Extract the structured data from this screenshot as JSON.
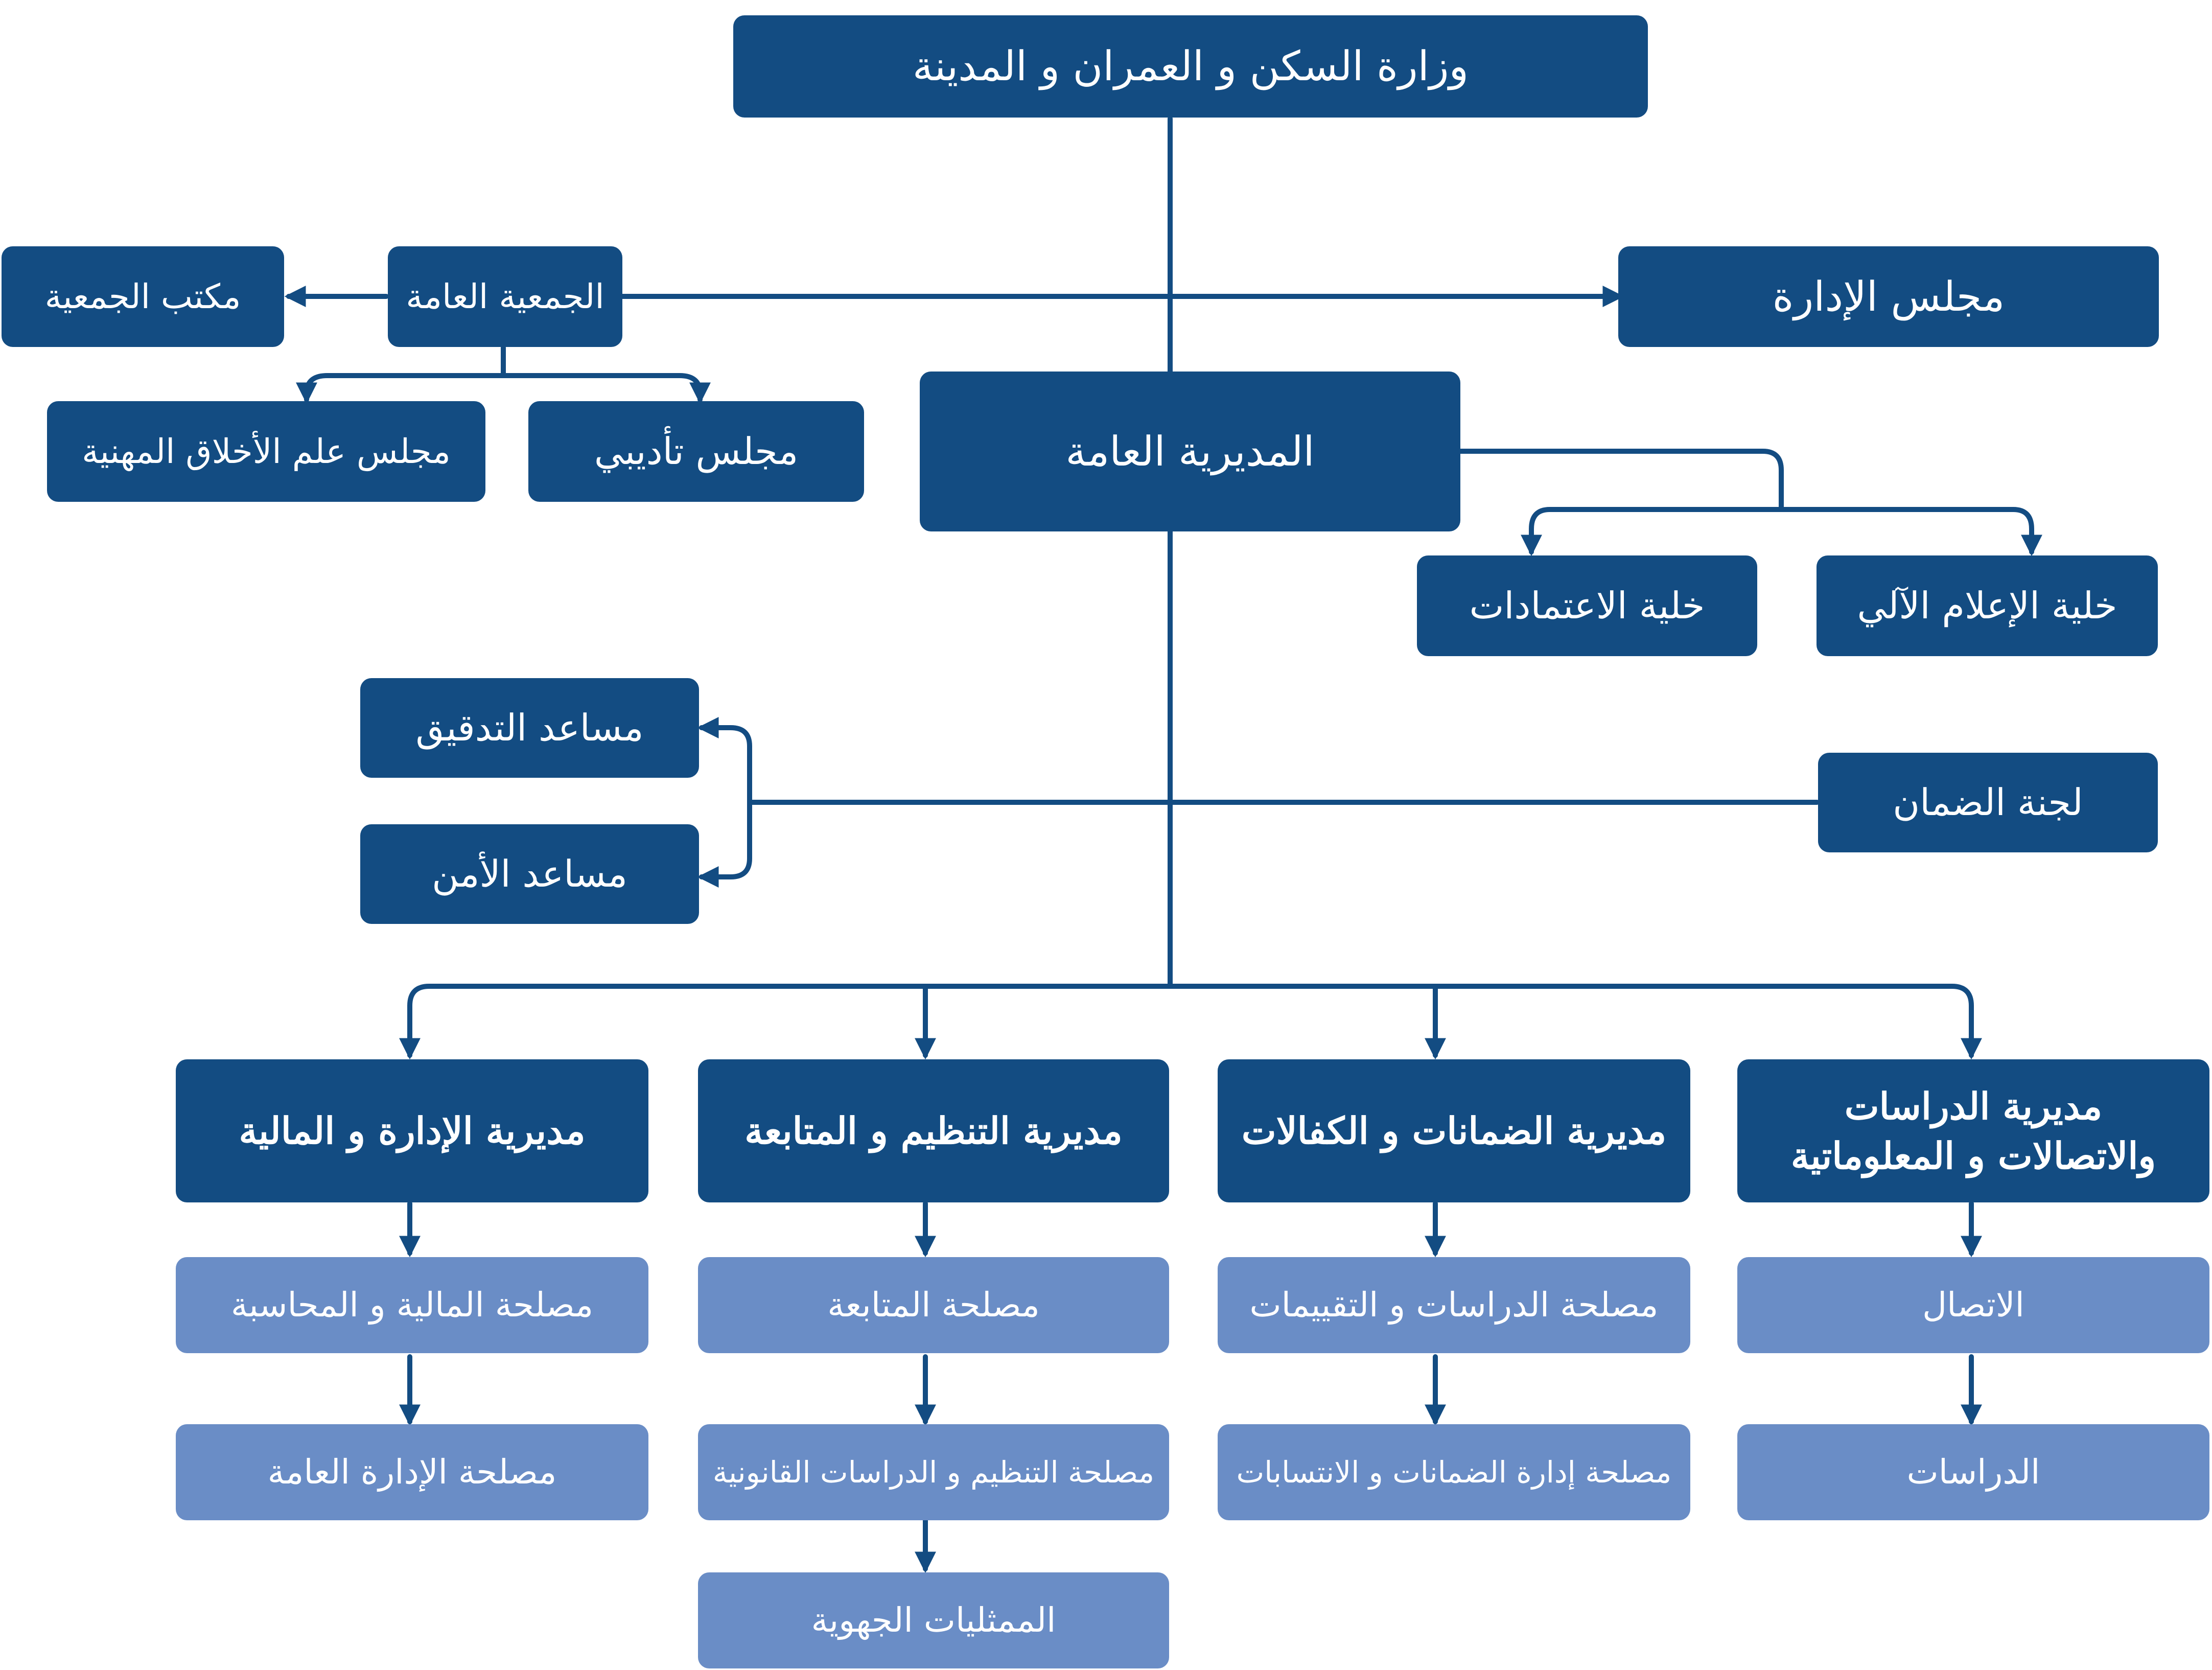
{
  "nodes": {
    "ministry": "وزارة السكن و العمران و المدينة",
    "board": "مجلس الإدارة",
    "general_assembly": "الجمعية العامة",
    "assembly_office": "مكتب الجمعية",
    "disciplinary_council": "مجلس تأديبي",
    "ethics_council": "مجلس علم الأخلاق المهنية",
    "general_directorate": "المديرية العامة",
    "it_cell": "خلية الإعلام الآلي",
    "accreditation_cell": "خلية الاعتمادات",
    "audit_assistant": "مساعد التدقيق",
    "security_assistant": "مساعد الأمن",
    "guarantee_committee": "لجنة الضمان",
    "dir_admin_finance": "مديرية الإدارة و المالية",
    "dir_regulation": "مديرية التنظيم و المتابعة",
    "dir_guarantees": "مديرية الضمانات و الكفالات",
    "dir_studies": "مديرية الدراسات\nوالاتصالات و المعلوماتية",
    "svc_finance_accounting": "مصلحة المالية و المحاسبة",
    "svc_general_admin": "مصلحة الإدارة العامة",
    "svc_followup": "مصلحة المتابعة",
    "svc_regulation_legal": "مصلحة التنظيم و الدراسات القانونية",
    "svc_regional": "الممثليات الجهوية",
    "svc_studies_evaluations": "مصلحة الدراسات و التقييمات",
    "svc_guarantee_mgmt": "مصلحة إدارة الضمانات و الانتسابات",
    "svc_communication": "الاتصال",
    "svc_studies": "الدراسات"
  },
  "colors": {
    "dark_box": "#134c82",
    "light_box": "#6a8dc6",
    "connector": "#134c82"
  }
}
